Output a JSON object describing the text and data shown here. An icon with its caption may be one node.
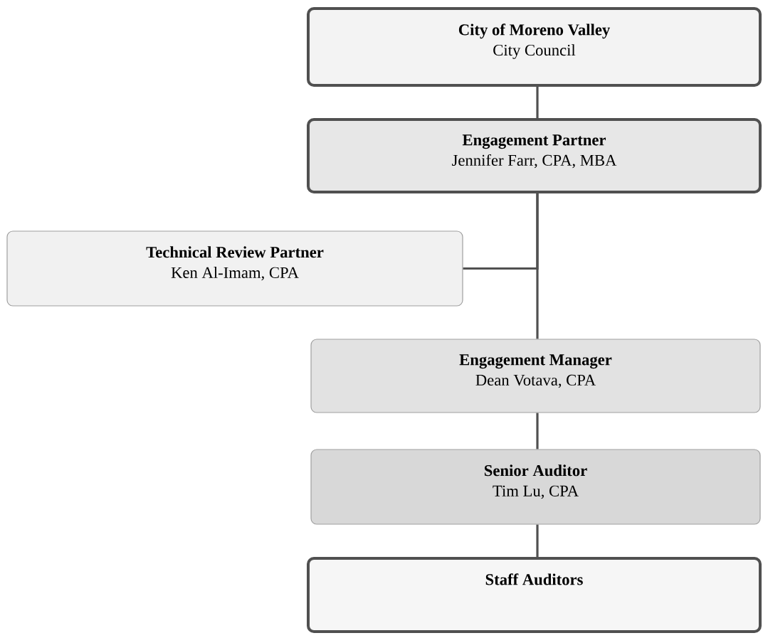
{
  "diagram": {
    "nodes": [
      {
        "text": [
          "City of Moreno Valley",
          "City Council"
        ]
      },
      {
        "text": [
          "Engagement Partner",
          "Jennifer Farr, CPA, MBA"
        ]
      },
      {
        "text": [
          "Technical Review Partner",
          "Ken Al-Imam, CPA"
        ]
      },
      {
        "text": [
          "Engagement Manager",
          "Dean Votava, CPA"
        ]
      },
      {
        "text": [
          "Senior Auditor",
          "Tim Lu, CPA"
        ]
      },
      {
        "text": [
          "Staff Auditors"
        ]
      }
    ],
    "edges": [
      {
        "from": 0,
        "to": 1,
        "arrow": "none"
      },
      {
        "from": 1,
        "to": 3,
        "arrow": "none"
      },
      {
        "from": 1,
        "to": 2,
        "arrow": "none"
      },
      {
        "from": 3,
        "to": 4,
        "arrow": "none"
      },
      {
        "from": 4,
        "to": 5,
        "arrow": "none"
      }
    ]
  }
}
